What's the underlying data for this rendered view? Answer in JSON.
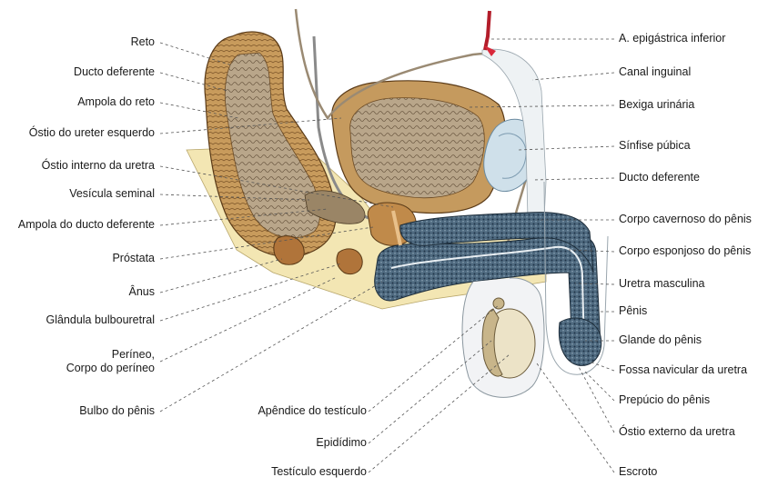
{
  "labels_left": [
    {
      "id": "reto",
      "text": "Reto"
    },
    {
      "id": "ducto-deferente-l",
      "text": "Ducto deferente"
    },
    {
      "id": "ampola-reto",
      "text": "Ampola do reto"
    },
    {
      "id": "ostio-ureter",
      "text": "Óstio do ureter esquerdo"
    },
    {
      "id": "ostio-interno",
      "text": "Óstio interno da uretra"
    },
    {
      "id": "vesicula",
      "text": "Vesícula seminal"
    },
    {
      "id": "ampola-ducto",
      "text": "Ampola do ducto deferente"
    },
    {
      "id": "prostata",
      "text": "Próstata"
    },
    {
      "id": "anus",
      "text": "Ânus"
    },
    {
      "id": "glandula",
      "text": "Glândula bulbouretral"
    },
    {
      "id": "perineo",
      "text": "Períneo,"
    },
    {
      "id": "corpo-perineo",
      "text": "Corpo do períneo"
    },
    {
      "id": "bulbo",
      "text": "Bulbo do pênis"
    }
  ],
  "labels_bottom": [
    {
      "id": "apendice",
      "text": "Apêndice do testículo"
    },
    {
      "id": "epididimo",
      "text": "Epidídimo"
    },
    {
      "id": "testiculo",
      "text": "Testículo esquerdo"
    }
  ],
  "labels_right": [
    {
      "id": "epigastrica",
      "text": "A. epigástrica inferior"
    },
    {
      "id": "canal",
      "text": "Canal inguinal"
    },
    {
      "id": "bexiga",
      "text": "Bexiga urinária"
    },
    {
      "id": "sinfise",
      "text": "Sínfise púbica"
    },
    {
      "id": "ducto-deferente-r",
      "text": "Ducto deferente"
    },
    {
      "id": "cavernoso",
      "text": "Corpo cavernoso do pênis"
    },
    {
      "id": "esponjoso",
      "text": "Corpo esponjoso do pênis"
    },
    {
      "id": "uretra",
      "text": "Uretra masculina"
    },
    {
      "id": "penis",
      "text": "Pênis"
    },
    {
      "id": "glande",
      "text": "Glande do pênis"
    },
    {
      "id": "fossa",
      "text": "Fossa navicular da uretra"
    },
    {
      "id": "prepucio",
      "text": "Prepúcio do pênis"
    },
    {
      "id": "ostio-externo",
      "text": "Óstio externo da uretra"
    },
    {
      "id": "escroto",
      "text": "Escroto"
    }
  ]
}
